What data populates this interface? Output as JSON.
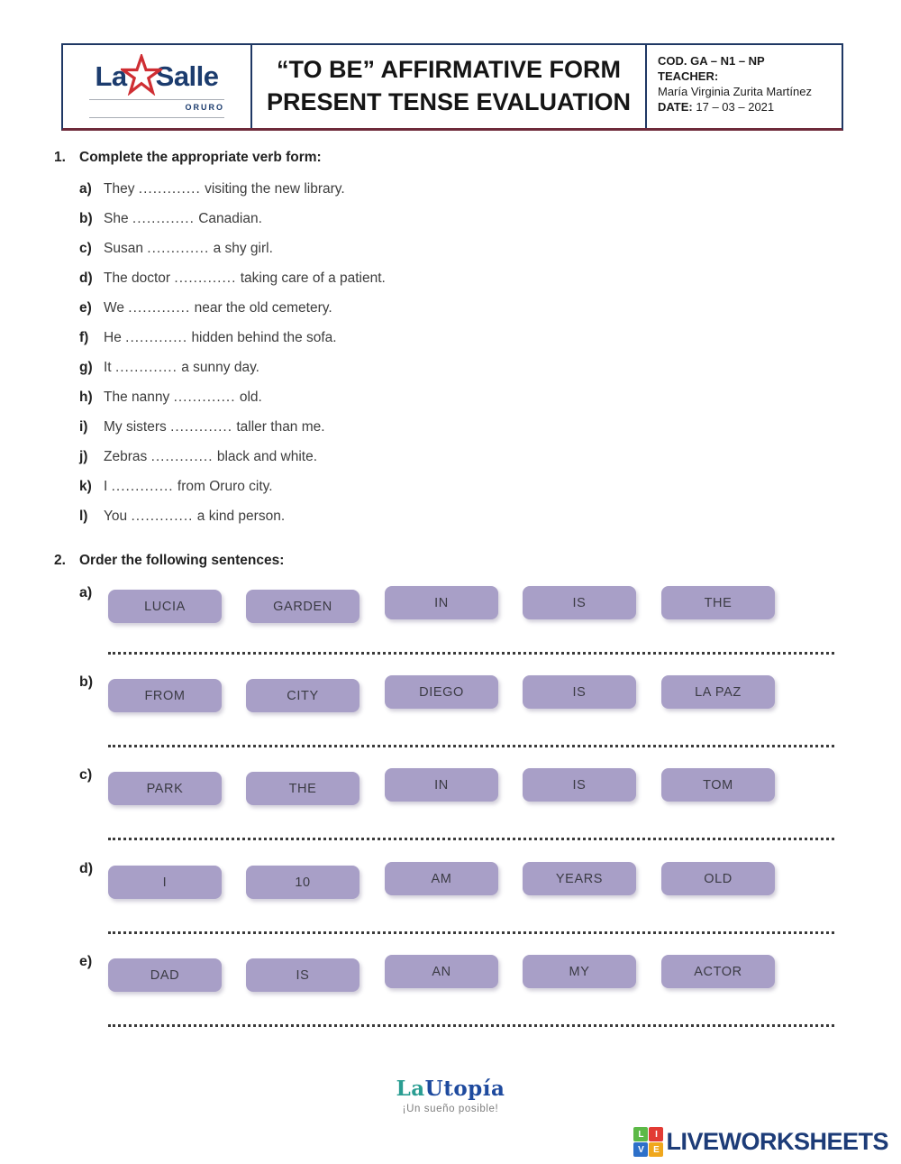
{
  "header": {
    "logo": {
      "la": "La",
      "salle": "Salle",
      "city": "ORURO"
    },
    "title_line1": "“TO BE” AFFIRMATIVE FORM",
    "title_line2": "PRESENT TENSE EVALUATION",
    "info": {
      "cod": "COD. GA – N1 – NP",
      "teacher_label": "TEACHER:",
      "teacher_name": "María Virginia Zurita Martínez",
      "date_label": "DATE:",
      "date_value": "17 – 03 – 2021"
    }
  },
  "section1": {
    "number": "1.",
    "title": "Complete the appropriate verb form:",
    "items": [
      {
        "letter": "a)",
        "before": "They",
        "blank": ".............",
        "after": "visiting the new library."
      },
      {
        "letter": "b)",
        "before": "She",
        "blank": ".............",
        "after": "Canadian."
      },
      {
        "letter": "c)",
        "before": "Susan",
        "blank": ".............",
        "after": "a shy girl."
      },
      {
        "letter": "d)",
        "before": "The doctor",
        "blank": ".............",
        "after": "taking care of a patient."
      },
      {
        "letter": "e)",
        "before": "We",
        "blank": ".............",
        "after": "near the old cemetery."
      },
      {
        "letter": "f)",
        "before": "He",
        "blank": ".............",
        "after": "hidden behind the sofa."
      },
      {
        "letter": "g)",
        "before": "It",
        "blank": ".............",
        "after": "a sunny day."
      },
      {
        "letter": "h)",
        "before": "The nanny",
        "blank": ".............",
        "after": "old."
      },
      {
        "letter": "i)",
        "before": "My sisters",
        "blank": ".............",
        "after": "taller than me."
      },
      {
        "letter": "j)",
        "before": "Zebras",
        "blank": ".............",
        "after": "black and white."
      },
      {
        "letter": "k)",
        "before": "I",
        "blank": ".............",
        "after": "from Oruro city."
      },
      {
        "letter": "l)",
        "before": "You",
        "blank": ".............",
        "after": "a kind person."
      }
    ]
  },
  "section2": {
    "number": "2.",
    "title": "Order the following sentences:",
    "rows": [
      {
        "letter": "a)",
        "tiles": [
          "LUCIA",
          "GARDEN",
          "IN",
          "IS",
          "THE"
        ]
      },
      {
        "letter": "b)",
        "tiles": [
          "FROM",
          "CITY",
          "DIEGO",
          "IS",
          "LA PAZ"
        ]
      },
      {
        "letter": "c)",
        "tiles": [
          "PARK",
          "THE",
          "IN",
          "IS",
          "TOM"
        ]
      },
      {
        "letter": "d)",
        "tiles": [
          "I",
          "10",
          "AM",
          "YEARS",
          "OLD"
        ]
      },
      {
        "letter": "e)",
        "tiles": [
          "DAD",
          "IS",
          "AN",
          "MY",
          "ACTOR"
        ]
      }
    ]
  },
  "footer": {
    "brand_la": "La",
    "brand_rest": "Utopía",
    "brand_tagline": "¡Un sueño posible!",
    "liveworksheets": {
      "text": "LIVEWORKSHEETS",
      "grid": [
        "L",
        "I",
        "V",
        "E"
      ]
    }
  },
  "colors": {
    "navy": "#1f3864",
    "maroon": "#6e2a3a",
    "star_red": "#cf2e33",
    "tile_lavender": "#a89fc7",
    "brand_teal": "#2a9d92",
    "brand_blue": "#1e4a9e",
    "lws_navy": "#1d3c78",
    "lws_green": "#5cb947",
    "lws_red": "#e23b34",
    "lws_blue": "#2d70c9",
    "lws_yellow": "#f0a71c"
  }
}
